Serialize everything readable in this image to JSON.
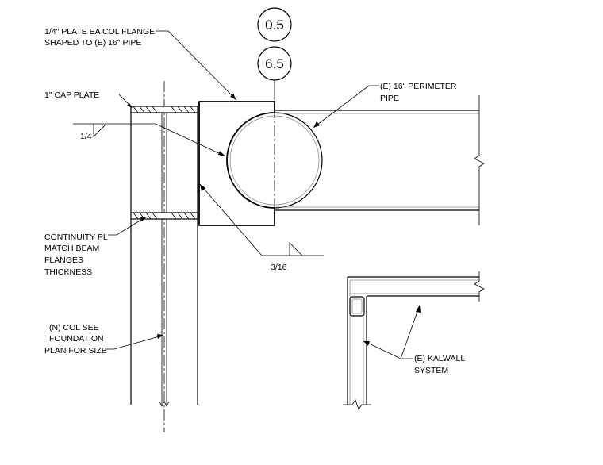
{
  "callouts": {
    "plate_flange_line1": "1/4\" PLATE EA COL FLANGE",
    "plate_flange_line2": "SHAPED TO (E) 16\" PIPE",
    "cap_plate": "1\" CAP PLATE",
    "weld_top": "1/4",
    "weld_bottom": "3/16",
    "continuity_line1": "CONTINUITY PL",
    "continuity_line2": "MATCH BEAM",
    "continuity_line3": "FLANGES",
    "continuity_line4": "THICKNESS",
    "column_line1": "(N) COL SEE",
    "column_line2": "FOUNDATION",
    "column_line3": "PLAN FOR SIZE",
    "pipe_line1": "(E) 16\" PERIMETER",
    "pipe_line2": "PIPE",
    "kalwall_line1": "(E) KALWALL",
    "kalwall_line2": "SYSTEM"
  },
  "bubbles": {
    "top": "0.5",
    "bottom": "6.5"
  }
}
